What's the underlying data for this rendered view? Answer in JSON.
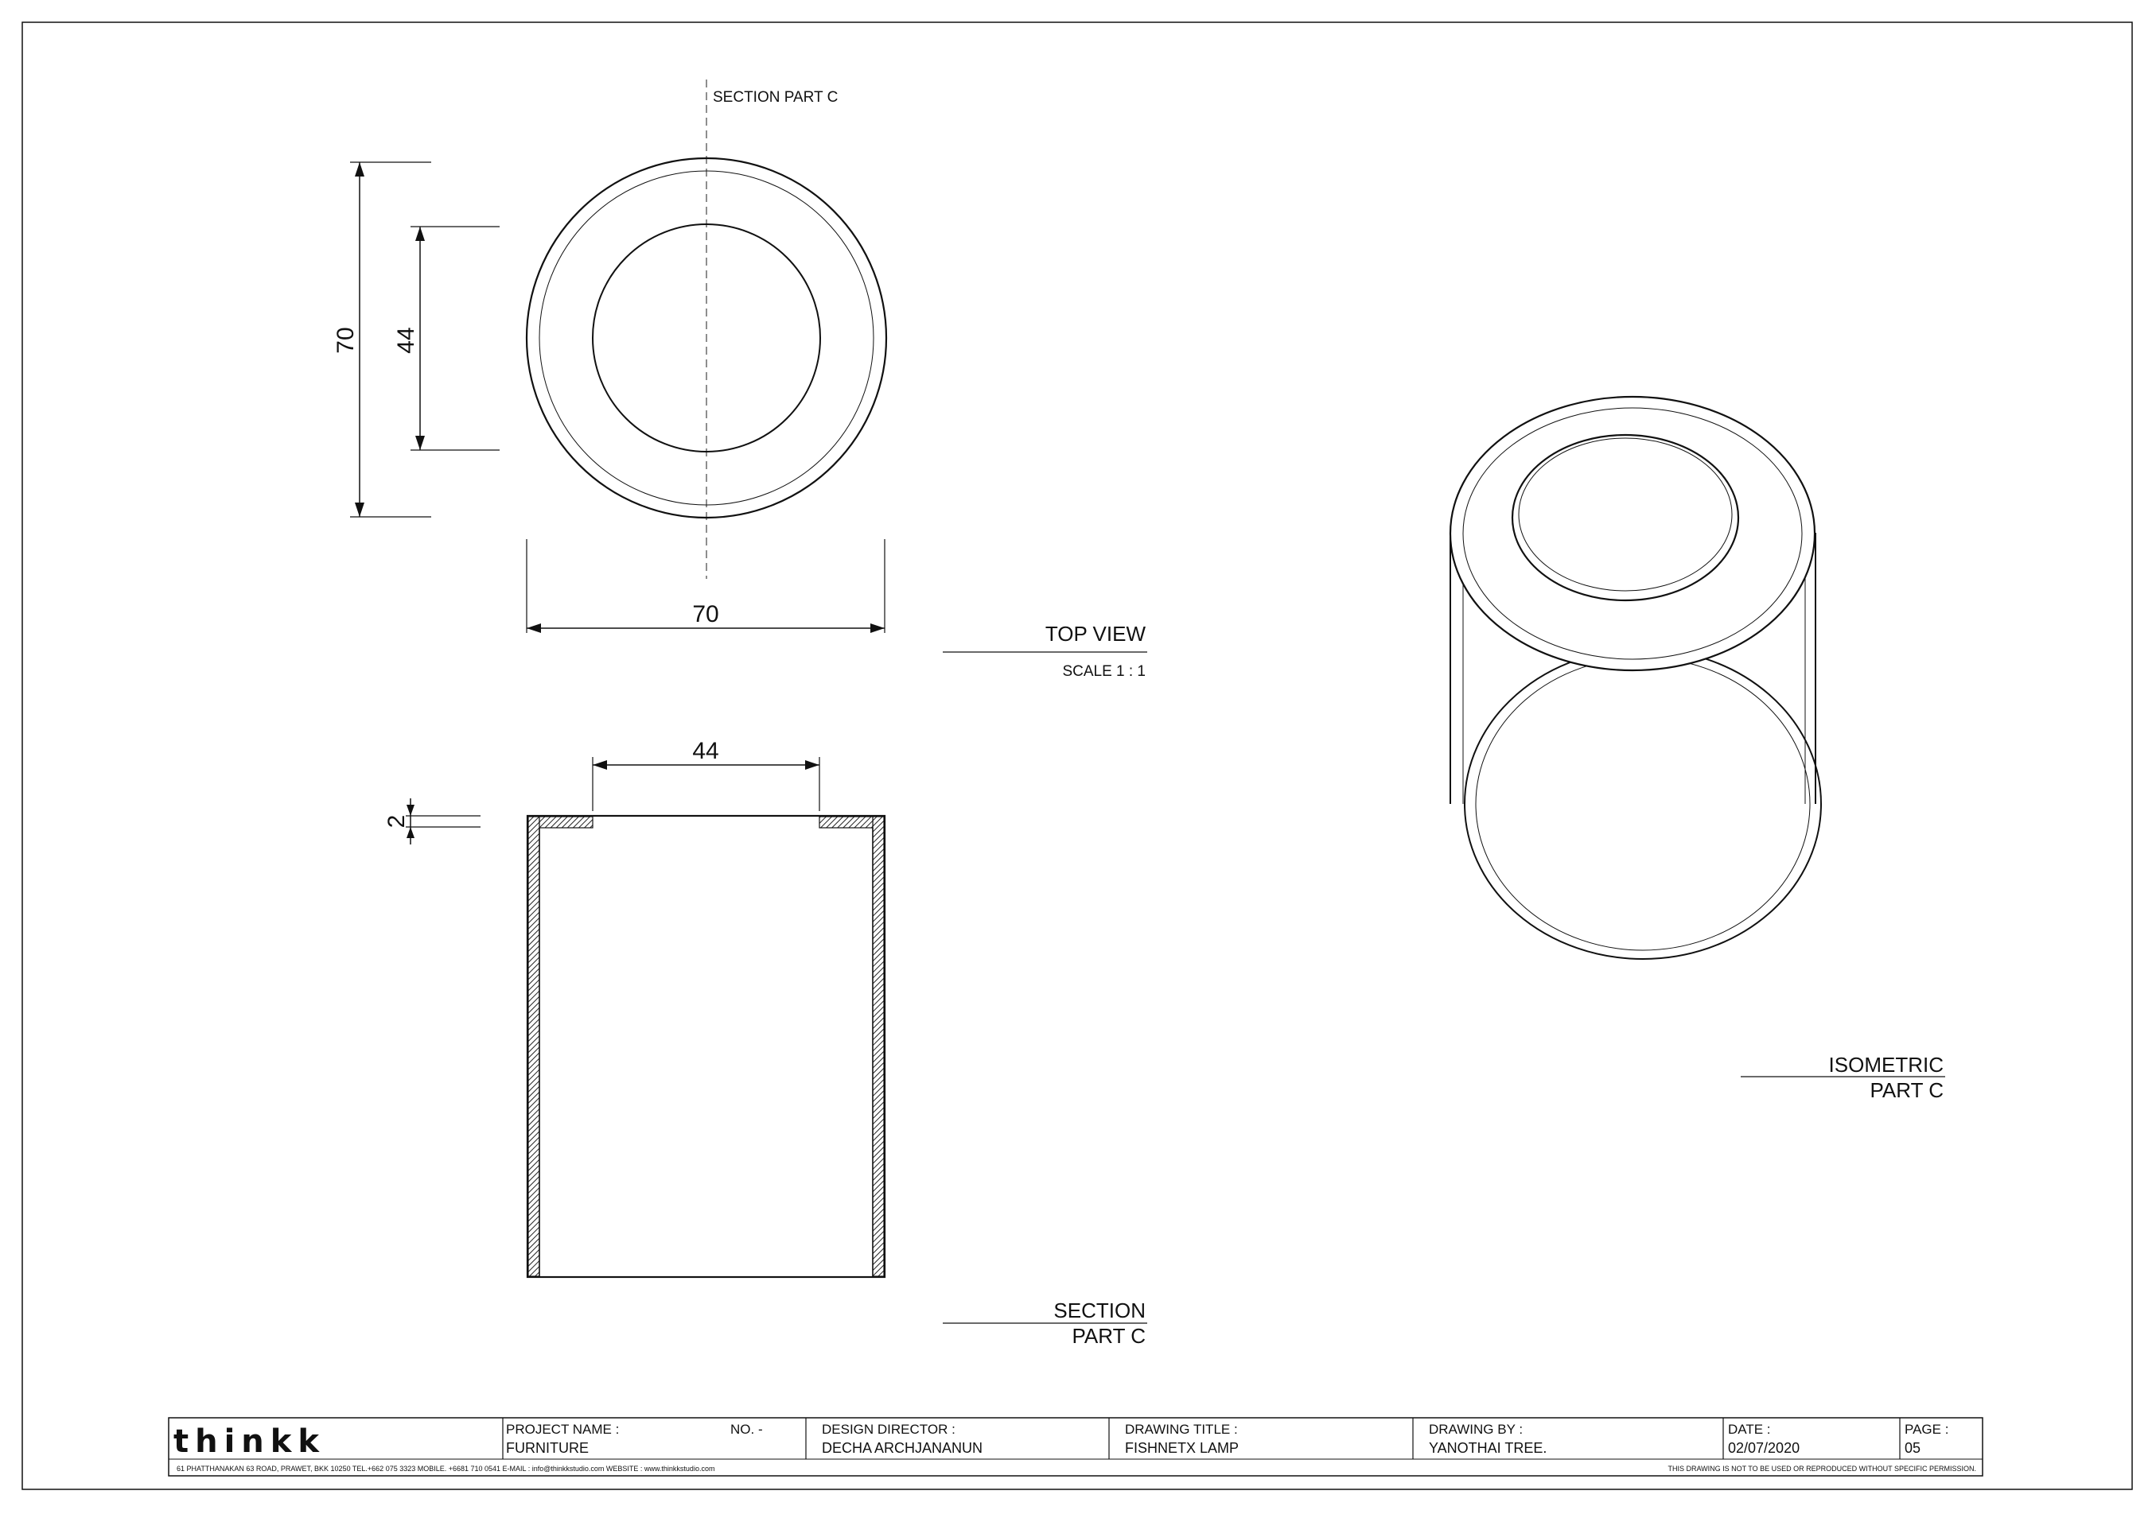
{
  "section_marker": {
    "label": "SECTION PART C"
  },
  "top_view": {
    "title": "TOP VIEW",
    "scale": "SCALE 1 : 1",
    "dim_outer_vertical": "70",
    "dim_inner_vertical": "44",
    "dim_outer_horizontal": "70"
  },
  "section_view": {
    "title_line1": "SECTION",
    "title_line2": "PART C",
    "dim_opening": "44",
    "dim_thickness": "2"
  },
  "isometric_view": {
    "title_line1": "ISOMETRIC",
    "title_line2": "PART C"
  },
  "title_block": {
    "logo": "thinkk",
    "project_name_label": "PROJECT NAME :",
    "project_name": "FURNITURE",
    "no_label": "NO. -",
    "design_director_label": "DESIGN DIRECTOR :",
    "design_director": "DECHA ARCHJANANUN",
    "drawing_title_label": "DRAWING TITLE :",
    "drawing_title": "FISHNETX LAMP",
    "drawing_by_label": "DRAWING BY :",
    "drawing_by": "YANOTHAI TREE.",
    "date_label": "DATE :",
    "date": "02/07/2020",
    "page_label": "PAGE :",
    "page": "05",
    "address": "61 PHATTHANAKAN 63 ROAD, PRAWET, BKK 10250   TEL.+662 075 3323   MOBILE. +6681 710 0541   E-MAIL : info@thinkkstudio.com   WEBSITE : www.thinkkstudio.com",
    "notice": "THIS DRAWING IS NOT TO BE USED OR REPRODUCED WITHOUT SPECIFIC PERMISSION."
  }
}
